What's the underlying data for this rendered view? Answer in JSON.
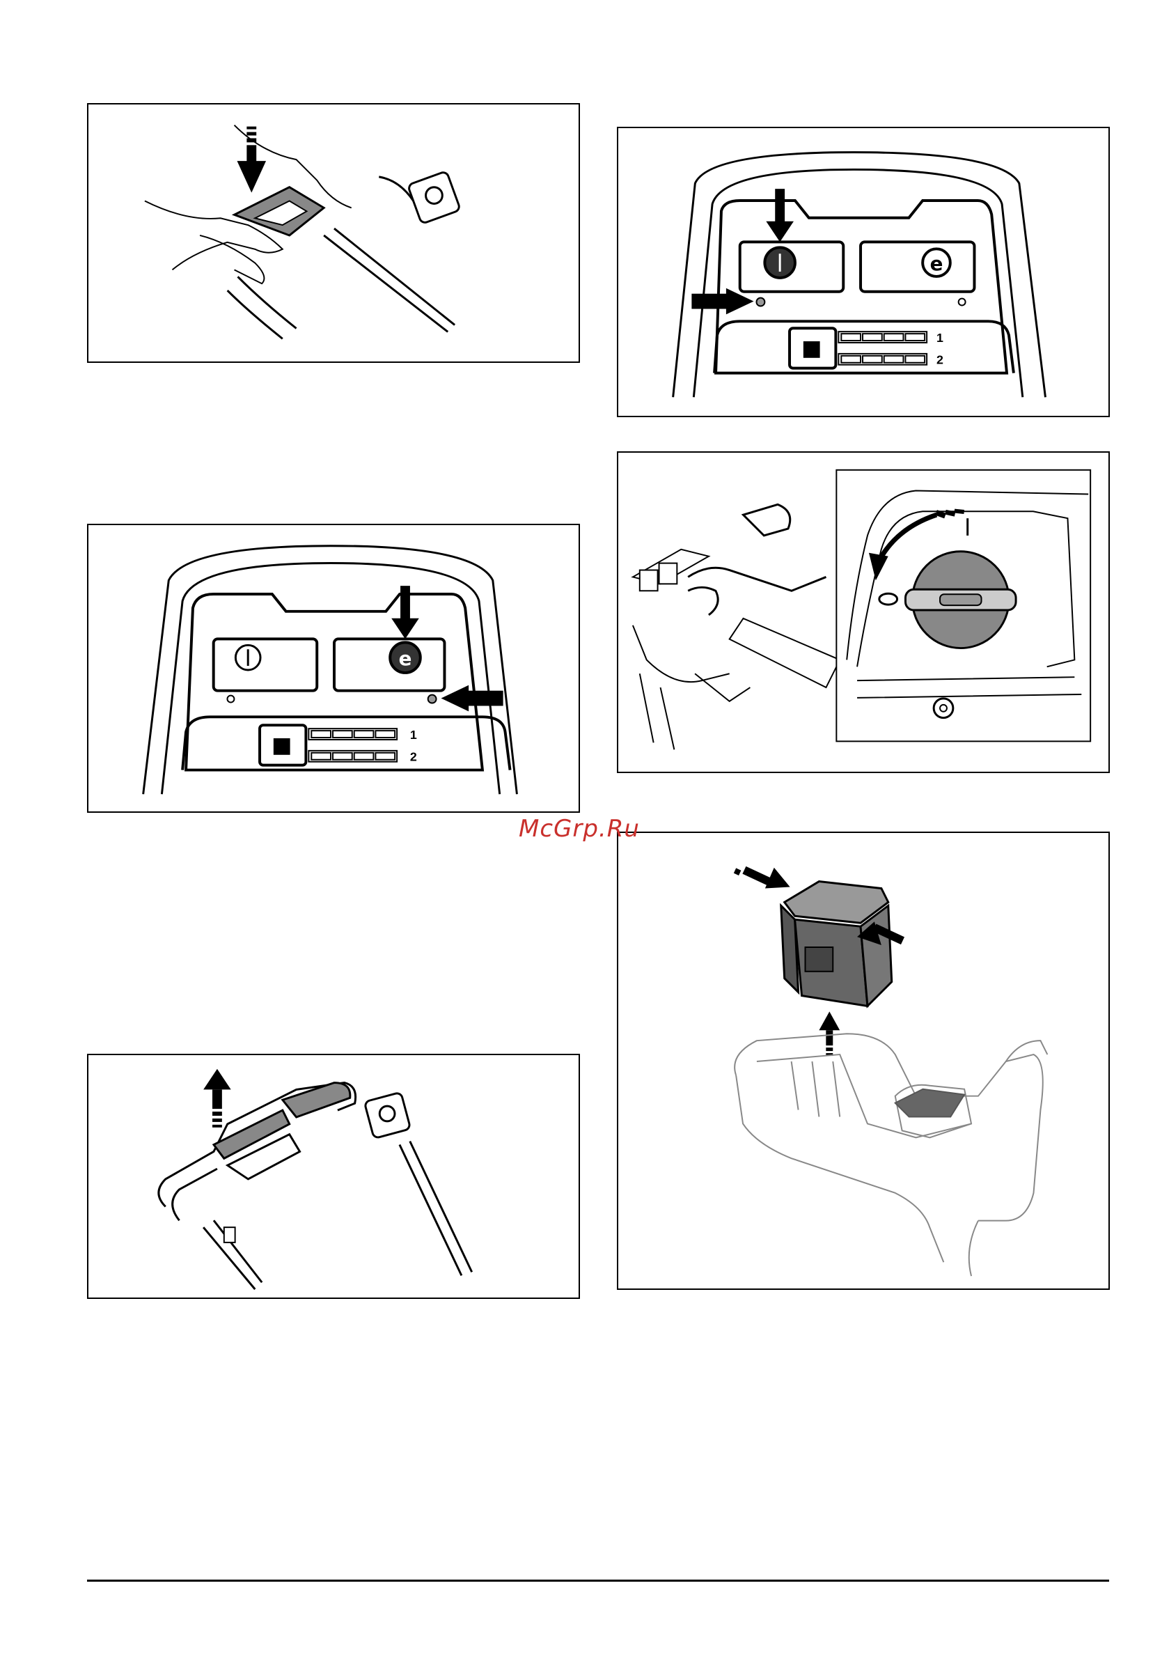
{
  "watermark": {
    "text": "McGrp.Ru",
    "color": "#c9302c"
  },
  "figures": {
    "fig4": {
      "row1_label": "1",
      "row2_label": "2"
    },
    "fig2": {
      "row1_label": "1",
      "row2_label": "2"
    }
  },
  "icons": [
    "down-arrow-icon",
    "left-arrow-icon",
    "right-arrow-icon",
    "up-arrow-icon",
    "curved-arrow-icon",
    "power-symbol-icon",
    "eco-mode-icon",
    "stop-square-icon",
    "battery-level-icon"
  ]
}
